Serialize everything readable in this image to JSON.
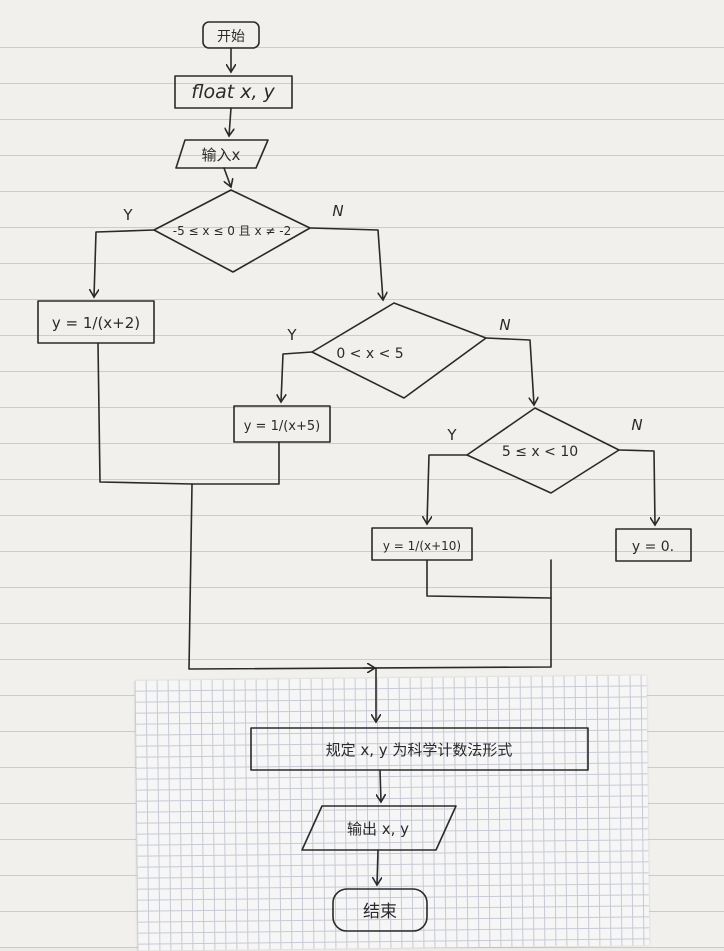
{
  "flowchart": {
    "start": "开始",
    "declare": "float x, y",
    "input": "输入x",
    "cond1": "-5 ≤ x ≤ 0 且 x ≠ -2",
    "cond2": "0 < x < 5",
    "cond3": "5 ≤ x < 10",
    "assign1": "y = 1/(x+2)",
    "assign2": "y = 1/(x+5)",
    "assign3": "y = 1/(x+10)",
    "assign4": "y = 0.",
    "format": "规定 x, y 为科学计数法形式",
    "output": "输出 x, y",
    "end": "结束",
    "yes": "Y",
    "no": "N"
  },
  "colors": {
    "ink": "#2a2a2a",
    "lined_paper": "#f1f0ec",
    "grid_paper": "#f6f6f7"
  }
}
